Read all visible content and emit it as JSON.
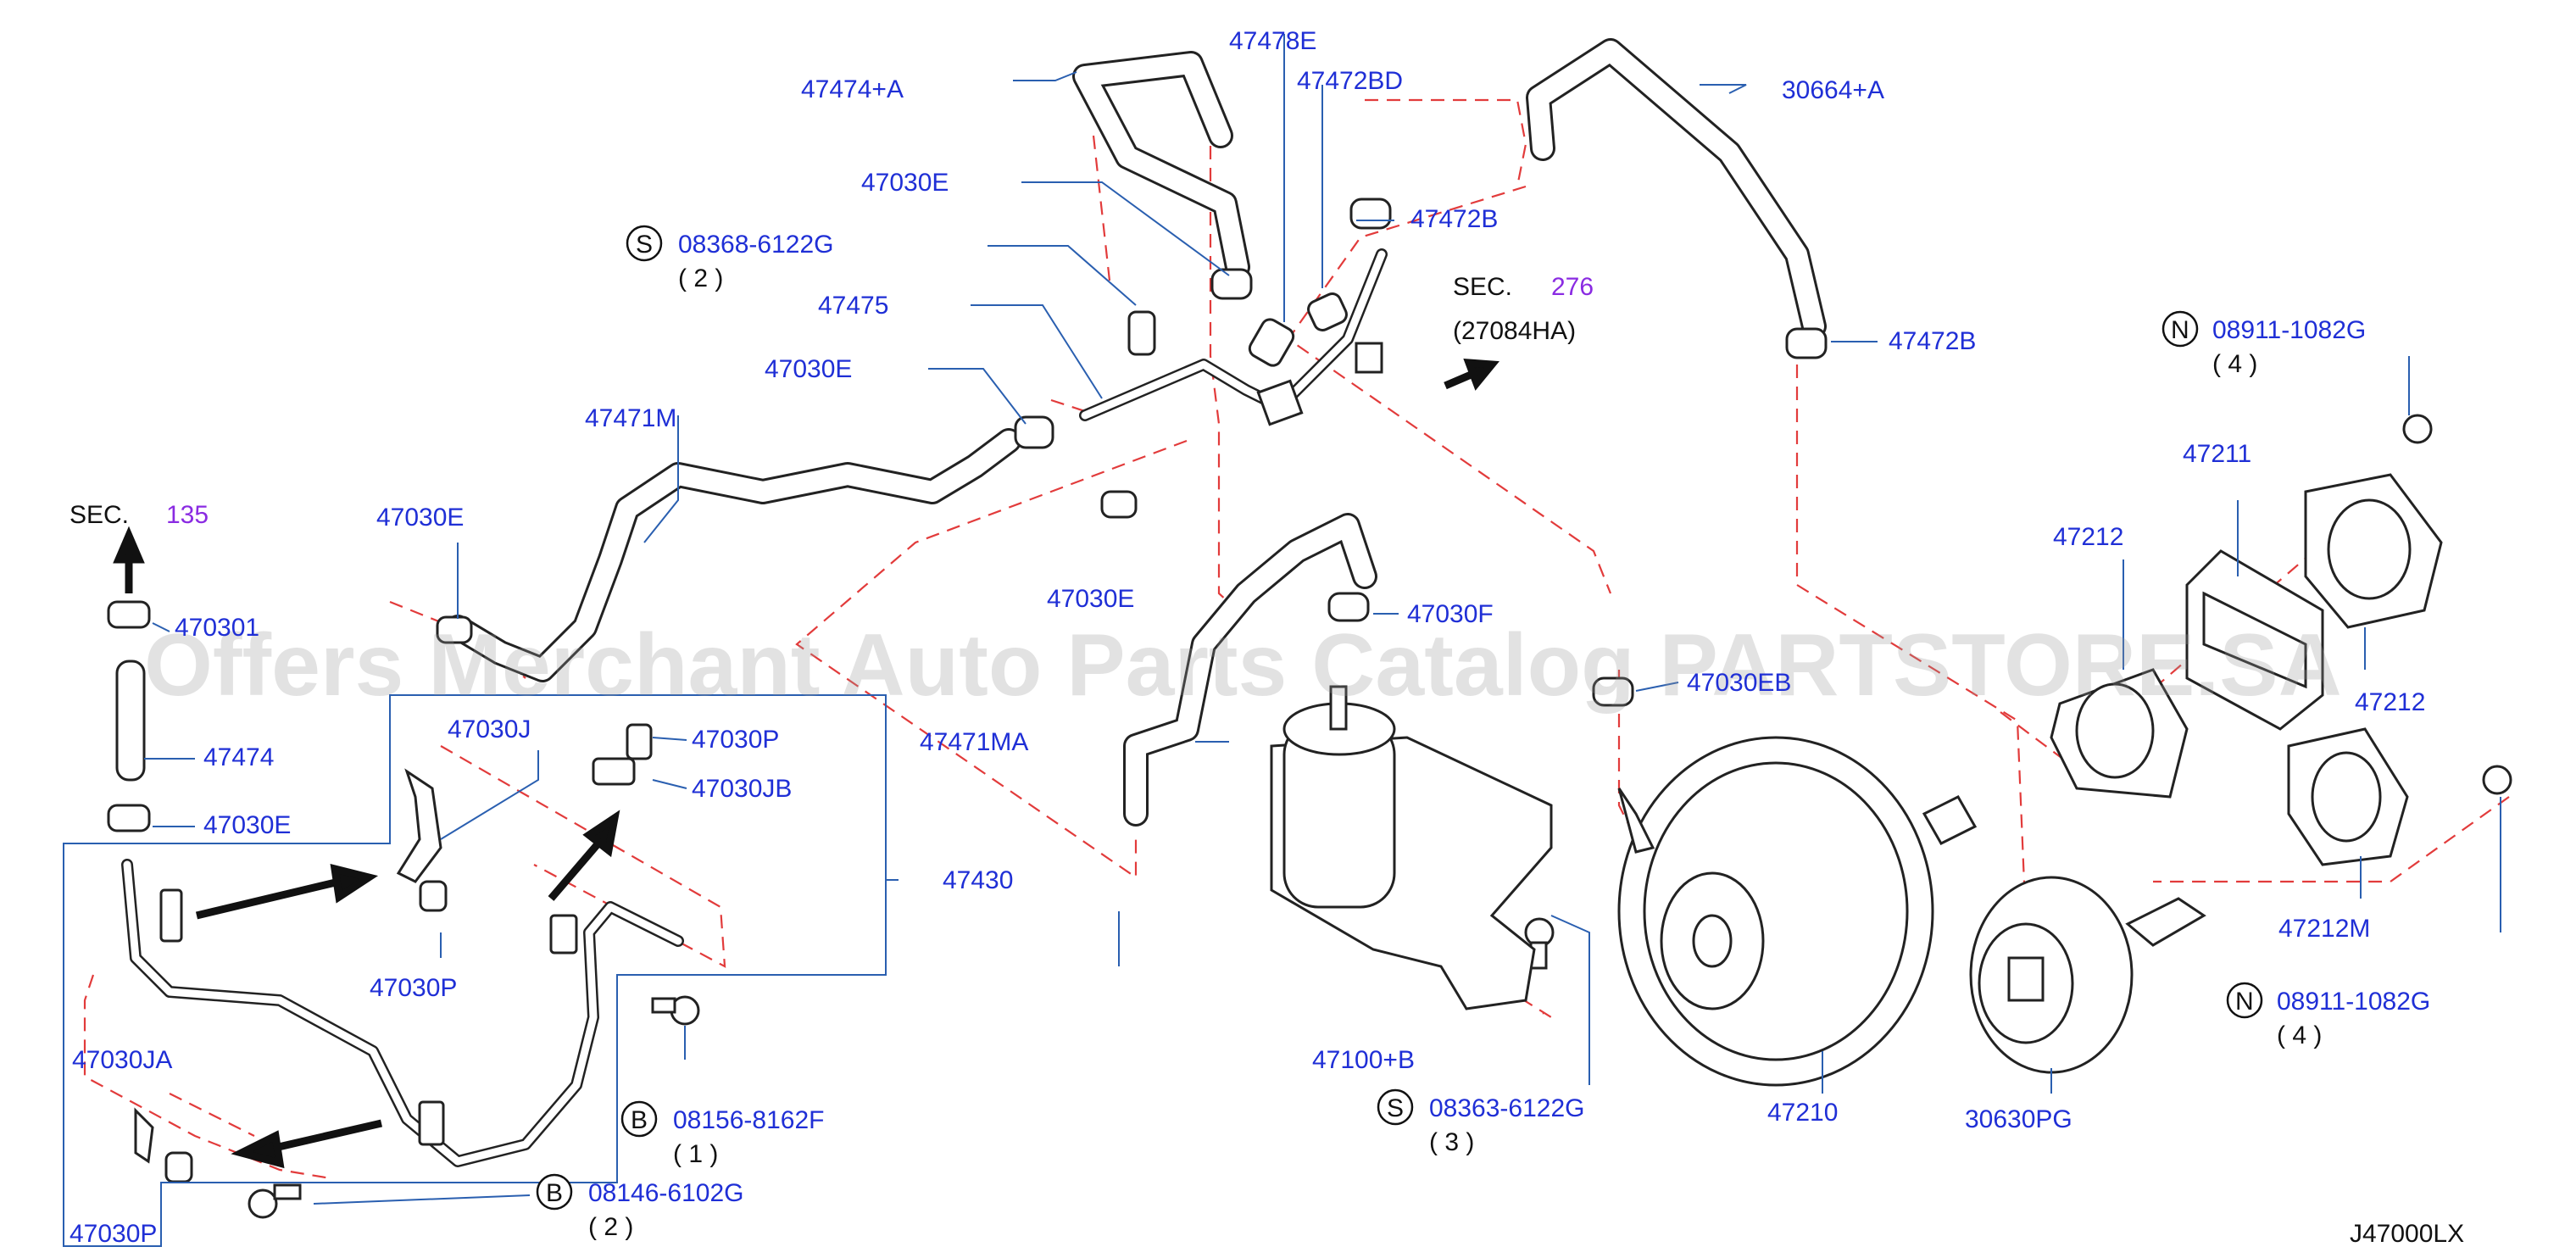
{
  "diagram": {
    "diagram_code": "J47000LX",
    "watermark": "Offers Merchant Auto Parts Catalog PARTSTORE.SA",
    "section_refs": [
      {
        "prefix": "SEC.",
        "number": "135"
      },
      {
        "prefix": "SEC.",
        "number": "276",
        "subref": "(27084HA)"
      }
    ],
    "parts": {
      "p47474A": "47474+A",
      "p47478E": "47478E",
      "p47472BD": "47472BD",
      "p30664A": "30664+A",
      "p47030E_a": "47030E",
      "p47472B_a": "47472B",
      "p47475": "47475",
      "p47030E_b": "47030E",
      "p47472B_b": "47472B",
      "p47471M": "47471M",
      "p47030E_c": "47030E",
      "p47030E_d": "47030E",
      "p47030E_e": "470301",
      "p47474": "47474",
      "p47030E_f": "47030E",
      "p47030J": "47030J",
      "p47030P_a": "47030P",
      "p47030JB": "47030JB",
      "p47471MA": "47471MA",
      "p47030F": "47030F",
      "p47030EB": "47030EB",
      "p47430": "47430",
      "p47030P_b": "47030P",
      "p47030JA": "47030JA",
      "p47030P_c": "47030P",
      "p47100B": "47100+B",
      "p47210": "47210",
      "p30630PG": "30630PG",
      "p47211": "47211",
      "p47212_a": "47212",
      "p47212_b": "47212",
      "p47212M": "47212M"
    },
    "fasteners": [
      {
        "prefix": "S",
        "code": "08368-6122G",
        "qty": "( 2 )"
      },
      {
        "prefix": "N",
        "code": "08911-1082G",
        "qty": "( 4 )"
      },
      {
        "prefix": "B",
        "code": "08156-8162F",
        "qty": "( 1 )"
      },
      {
        "prefix": "S",
        "code": "08363-6122G",
        "qty": "( 3 )"
      },
      {
        "prefix": "B",
        "code": "08146-6102G",
        "qty": "( 2 )"
      },
      {
        "prefix": "N",
        "code": "08911-1082G",
        "qty": "( 4 )"
      }
    ]
  }
}
